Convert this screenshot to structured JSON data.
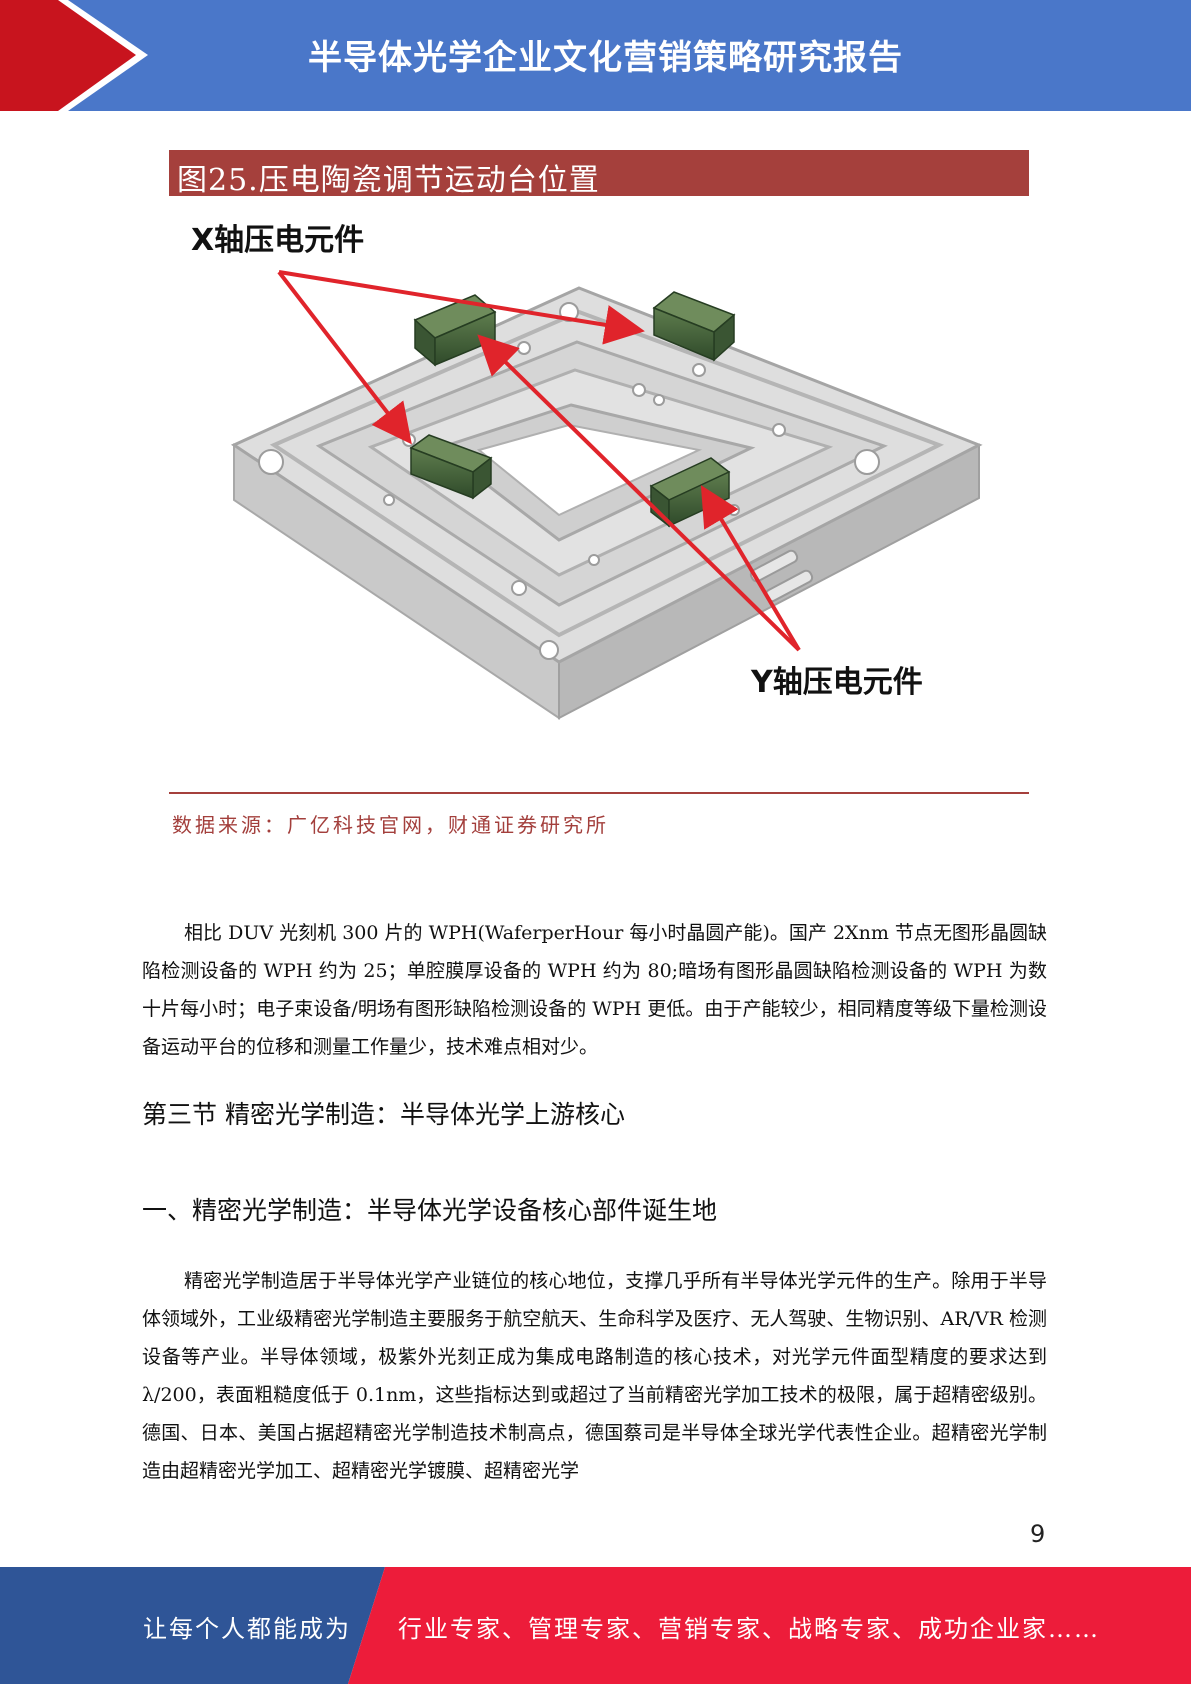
{
  "header": {
    "title": "半导体光学企业文化营销策略研究报告"
  },
  "figure": {
    "title": "图25.压电陶瓷调节运动台位置",
    "label_x": "X轴压电元件",
    "label_y": "Y轴压电元件",
    "source": "数据来源：广亿科技官网，财通证券研究所"
  },
  "body": {
    "paragraph1": "相比 DUV 光刻机 300 片的 WPH(WaferperHour 每小时晶圆产能)。国产 2Xnm 节点无图形晶圆缺陷检测设备的 WPH 约为 25；单腔膜厚设备的 WPH 约为 80;暗场有图形晶圆缺陷检测设备的 WPH 为数十片每小时；电子束设备/明场有图形缺陷检测设备的 WPH 更低。由于产能较少，相同精度等级下量检测设备运动平台的位移和测量工作量少，技术难点相对少。",
    "section_heading": "第三节  精密光学制造：半导体光学上游核心",
    "sub_heading": "一、精密光学制造：半导体光学设备核心部件诞生地",
    "paragraph2": "精密光学制造居于半导体光学产业链位的核心地位，支撑几乎所有半导体光学元件的生产。除用于半导体领域外，工业级精密光学制造主要服务于航空航天、生命科学及医疗、无人驾驶、生物识别、AR/VR 检测设备等产业。半导体领域，极紫外光刻正成为集成电路制造的核心技术，对光学元件面型精度的要求达到λ/200，表面粗糙度低于 0.1nm，这些指标达到或超过了当前精密光学加工技术的极限，属于超精密级别。德国、日本、美国占据超精密光学制造技术制高点，德国蔡司是半导体全球光学代表性企业。超精密光学制造由超精密光学加工、超精密光学镀膜、超精密光学"
  },
  "page_number": "9",
  "footer": {
    "left_text": "让每个人都能成为",
    "right_text": "行业专家、管理专家、营销专家、战略专家、成功企业家……"
  },
  "colors": {
    "header_blue": "#4a77c9",
    "header_red": "#c8141e",
    "figure_title_bar": "#a5403c",
    "arrow_red": "#e0242b",
    "footer_blue": "#2f5597",
    "footer_red": "#ed1c3a"
  }
}
